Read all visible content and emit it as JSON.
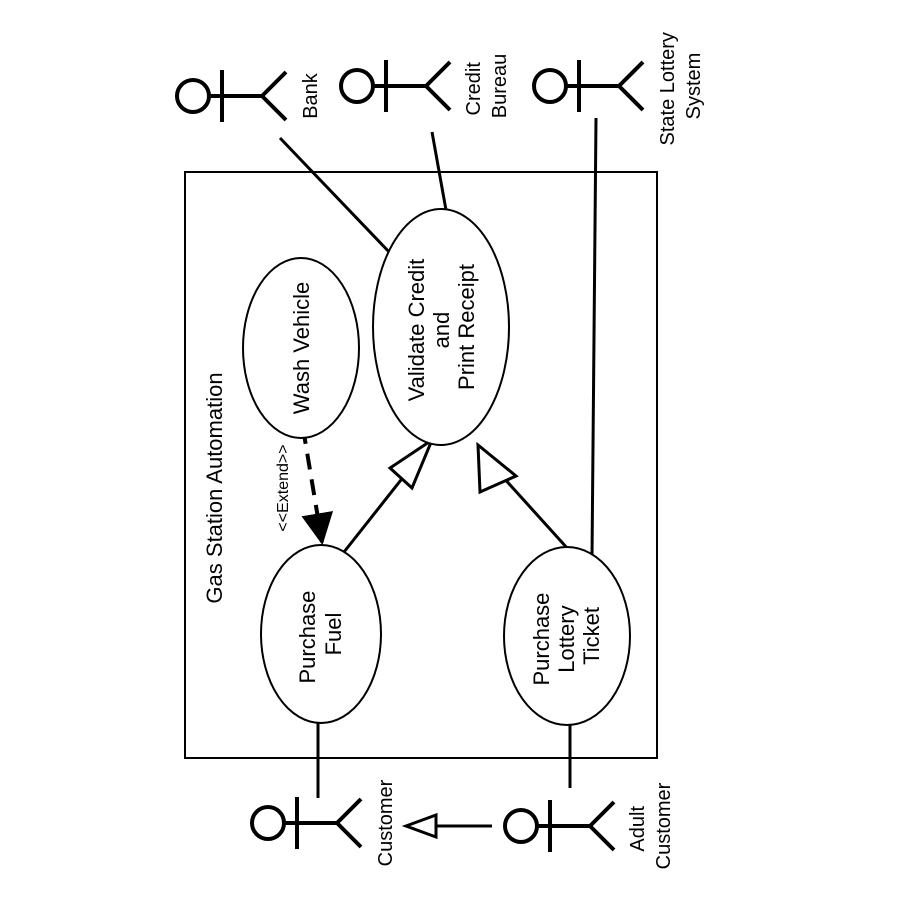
{
  "system": {
    "title": "Gas Station Automation"
  },
  "actors": {
    "bank": [
      "Bank"
    ],
    "credit_bureau": [
      "Credit",
      "Bureau"
    ],
    "state_lottery": [
      "State Lottery",
      "System"
    ],
    "customer": [
      "Customer"
    ],
    "adult_customer": [
      "Adult",
      "Customer"
    ]
  },
  "use_cases": {
    "wash_vehicle": [
      "Wash Vehicle"
    ],
    "validate_credit": [
      "Validate Credit",
      "and",
      "Print Receipt"
    ],
    "purchase_fuel": [
      "Purchase",
      "Fuel"
    ],
    "purchase_lottery": [
      "Purchase",
      "Lottery",
      "Ticket"
    ]
  },
  "relations": {
    "extend_label": "<<Extend>>"
  }
}
